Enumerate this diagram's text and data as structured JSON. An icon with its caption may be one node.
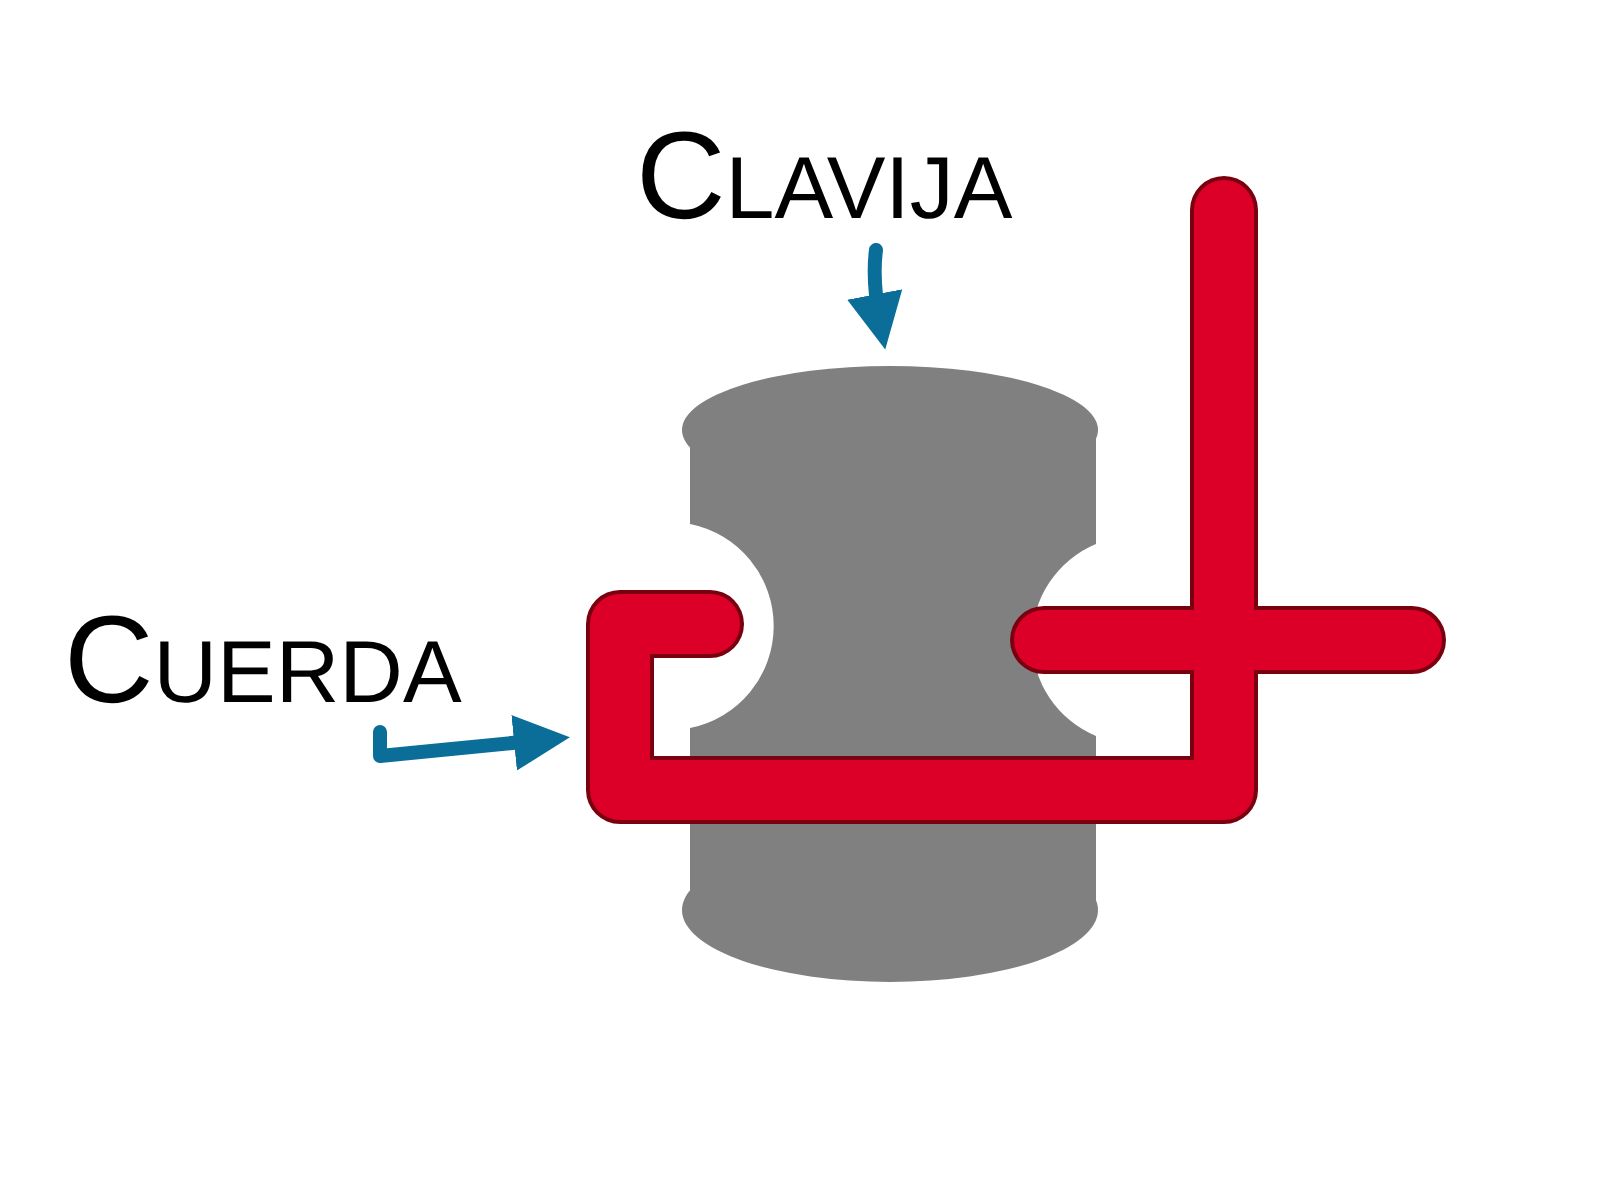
{
  "diagram": {
    "nodes": [
      {
        "text": [
          "CLAVIJA"
        ]
      },
      {
        "text": [],
        "shape": "picture"
      },
      {
        "text": [
          "CUERDA"
        ]
      },
      {
        "text": [],
        "shape": "picture"
      }
    ],
    "edges": [
      {
        "from": 0,
        "to": 1,
        "arrow": "to",
        "color": "#0b6e99"
      },
      {
        "from": 2,
        "to": 3,
        "arrow": "to",
        "color": "#0b6e99"
      }
    ]
  }
}
